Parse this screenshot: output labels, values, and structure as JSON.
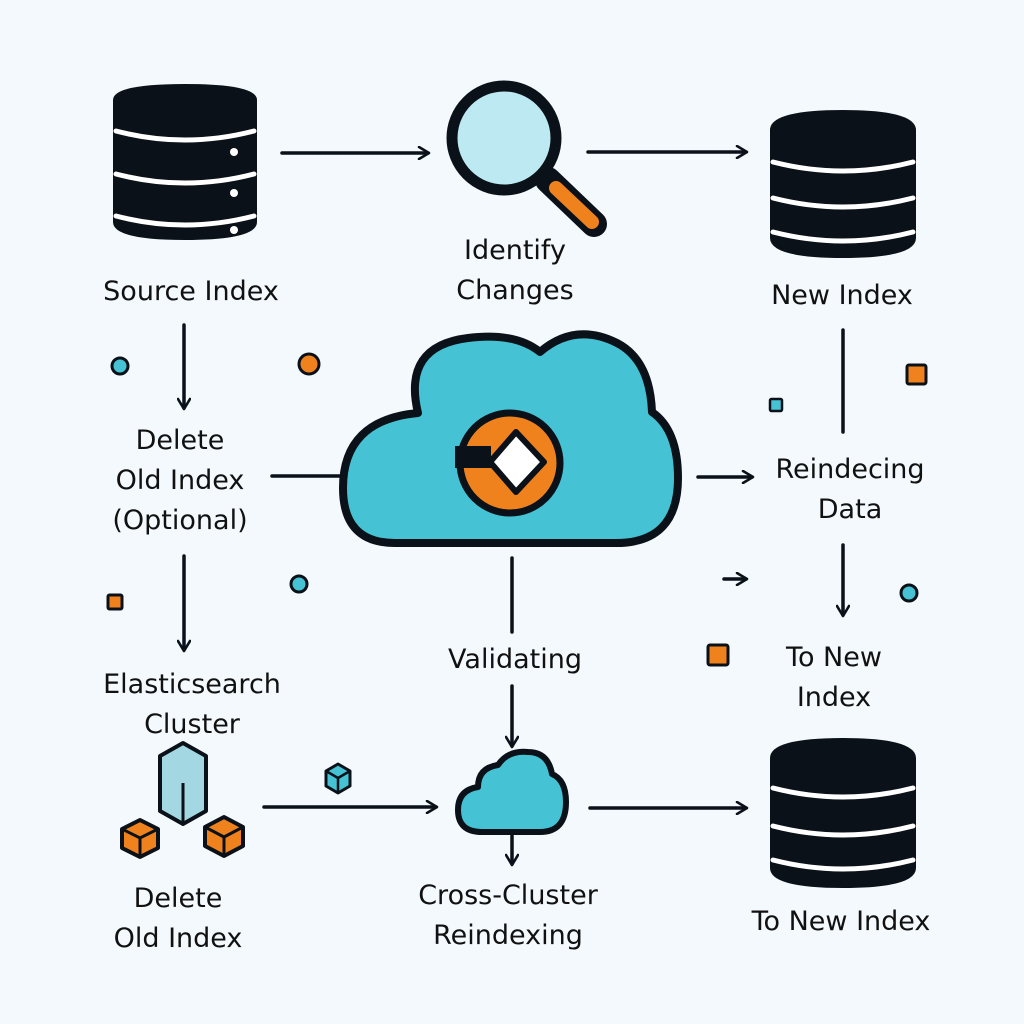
{
  "colors": {
    "background": "#f3f9fc",
    "ink": "#0b1118",
    "cyan": "#45c3d4",
    "orange": "#f0821e",
    "lens": "#bdeaf2",
    "cube_blue": "#a3d8e3"
  },
  "nodes": {
    "source_index": {
      "label": [
        "Source Index"
      ],
      "icon": "database-icon"
    },
    "identify_changes": {
      "label": [
        "Identify",
        "Changes"
      ],
      "icon": "magnifier-icon"
    },
    "new_index_top": {
      "label": [
        "New Index"
      ],
      "icon": "database-icon"
    },
    "delete_old_optional": {
      "label": [
        "Delete",
        "Old Index",
        "(Optional)"
      ]
    },
    "reindexing_data": {
      "label": [
        "Reindecing",
        "Data"
      ]
    },
    "elasticsearch_cluster": {
      "label": [
        "Elasticsearch",
        "Cluster"
      ]
    },
    "validating": {
      "label": [
        "Validating"
      ]
    },
    "to_new_index_mid": {
      "label": [
        "To New",
        "Index"
      ]
    },
    "delete_old_bottom": {
      "label": [
        "Delete",
        "Old Index"
      ],
      "icon": "cubes-icon"
    },
    "cross_cluster": {
      "label": [
        "Cross-Cluster",
        "Reindexing"
      ],
      "icon": "cloud-icon"
    },
    "to_new_index_bottom": {
      "label": [
        "To New Index"
      ],
      "icon": "database-icon"
    },
    "central_cloud": {
      "icon": "cloud-sync-icon"
    }
  }
}
